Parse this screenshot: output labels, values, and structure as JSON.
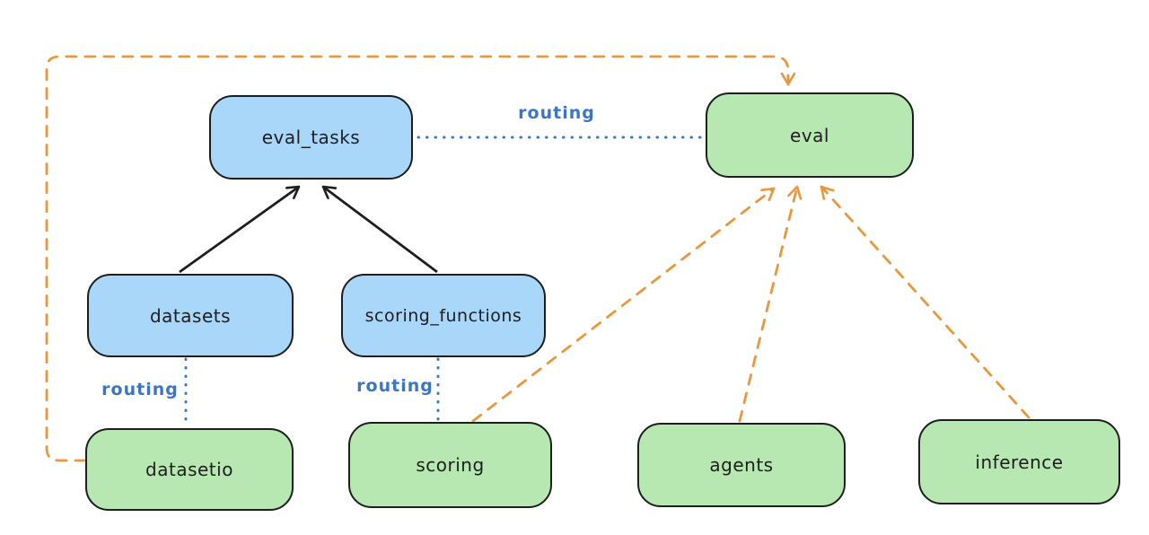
{
  "diagram": {
    "type": "architecture-graph",
    "nodes": [
      {
        "id": "eval_tasks",
        "label": "eval_tasks",
        "kind": "registry",
        "fill": "#a9d7fa"
      },
      {
        "id": "eval",
        "label": "eval",
        "kind": "api",
        "fill": "#b7e8b1"
      },
      {
        "id": "datasets",
        "label": "datasets",
        "kind": "registry",
        "fill": "#a9d7fa"
      },
      {
        "id": "scoring_functions",
        "label": "scoring_functions",
        "kind": "registry",
        "fill": "#a9d7fa"
      },
      {
        "id": "datasetio",
        "label": "datasetio",
        "kind": "api",
        "fill": "#b7e8b1"
      },
      {
        "id": "scoring",
        "label": "scoring",
        "kind": "api",
        "fill": "#b7e8b1"
      },
      {
        "id": "agents",
        "label": "agents",
        "kind": "api",
        "fill": "#b7e8b1"
      },
      {
        "id": "inference",
        "label": "inference",
        "kind": "api",
        "fill": "#b7e8b1"
      }
    ],
    "edges": [
      {
        "from": "datasets",
        "to": "eval_tasks",
        "style": "solid-black-arrow",
        "label": ""
      },
      {
        "from": "scoring_functions",
        "to": "eval_tasks",
        "style": "solid-black-arrow",
        "label": ""
      },
      {
        "from": "eval_tasks",
        "to": "eval",
        "style": "dotted-blue",
        "label": "routing"
      },
      {
        "from": "datasets",
        "to": "datasetio",
        "style": "dotted-blue",
        "label": "routing"
      },
      {
        "from": "scoring_functions",
        "to": "scoring",
        "style": "dotted-blue",
        "label": "routing"
      },
      {
        "from": "datasetio",
        "to": "eval",
        "style": "dashed-orange-arrow",
        "label": ""
      },
      {
        "from": "scoring",
        "to": "eval",
        "style": "dashed-orange-arrow",
        "label": ""
      },
      {
        "from": "agents",
        "to": "eval",
        "style": "dashed-orange-arrow",
        "label": ""
      },
      {
        "from": "inference",
        "to": "eval",
        "style": "dashed-orange-arrow",
        "label": ""
      }
    ],
    "colors": {
      "stroke": "#1e1e1e",
      "blue_fill": "#a9d7fa",
      "green_fill": "#b7e8b1",
      "orange_line": "#e8973d",
      "blue_line": "#3a76c8",
      "background": "#ffffff"
    }
  }
}
